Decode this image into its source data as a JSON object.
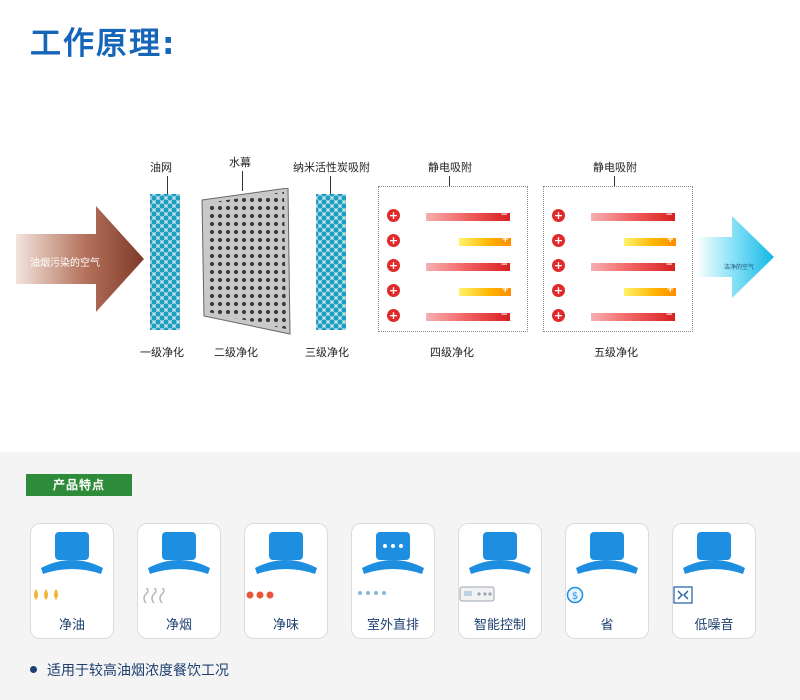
{
  "title": "工作原理:",
  "diagram": {
    "input_arrow_label": "油烟污染的空气",
    "output_arrow_label": "洁净的空气",
    "top_labels": [
      "油网",
      "水幕",
      "纳米活性炭吸附",
      "静电吸附",
      "静电吸附"
    ],
    "bottom_labels": [
      "一级净化",
      "二级净化",
      "三级净化",
      "四级净化",
      "五级净化"
    ],
    "plus_sign": "+",
    "minus_sign": "−"
  },
  "features": {
    "badge": "产品特点",
    "items": [
      {
        "label": "净油",
        "icon": "oil-drops-icon"
      },
      {
        "label": "净烟",
        "icon": "smoke-icon"
      },
      {
        "label": "净味",
        "icon": "odor-dots-icon"
      },
      {
        "label": "室外直排",
        "icon": "outdoor-exhaust-icon"
      },
      {
        "label": "智能控制",
        "icon": "control-panel-icon"
      },
      {
        "label": "省",
        "icon": "saving-coin-icon"
      },
      {
        "label": "低噪音",
        "icon": "low-noise-icon"
      }
    ],
    "note": "适用于较高油烟浓度餐饮工况"
  },
  "colors": {
    "title": "#1565b8",
    "hood_blue": "#1e8fe0",
    "badge_green": "#2e8b3a",
    "label_navy": "#1d3f70"
  }
}
